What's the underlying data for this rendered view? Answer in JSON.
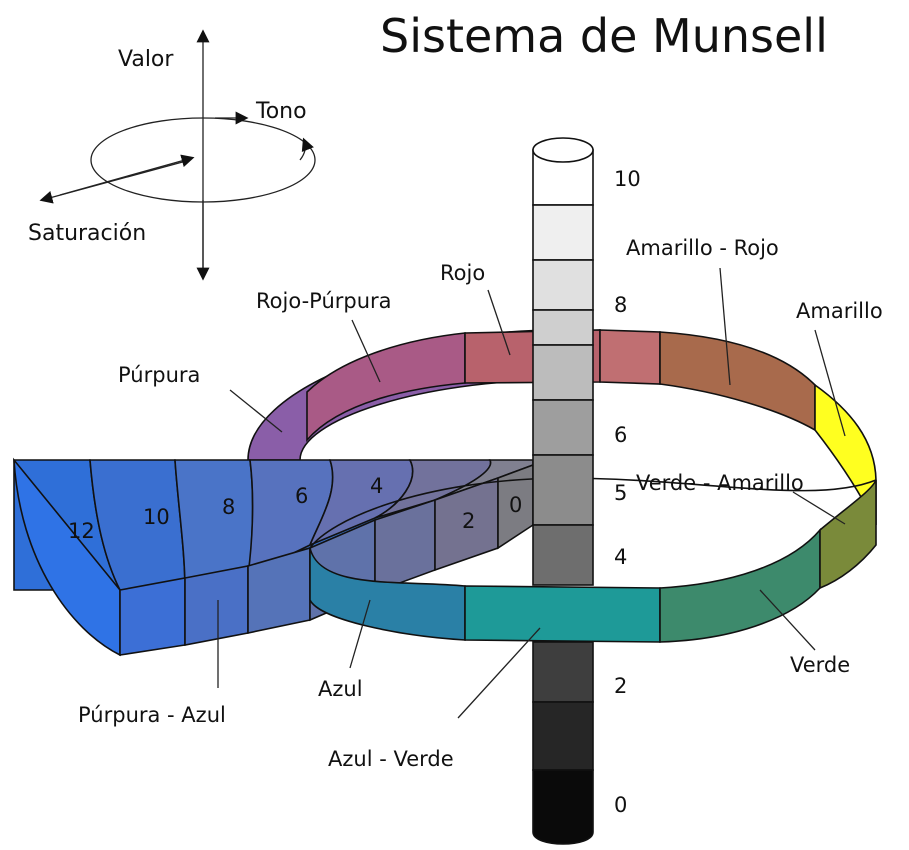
{
  "title": "Sistema de Munsell",
  "axes": {
    "value": "Valor",
    "hue": "Tono",
    "chroma": "Saturación"
  },
  "value_scale": [
    "10",
    "8",
    "6",
    "5",
    "4",
    "2",
    "0"
  ],
  "chroma_scale": [
    "12",
    "10",
    "8",
    "6",
    "4",
    "2",
    "0"
  ],
  "hues": {
    "red_purple": "Rojo-Púrpura",
    "red": "Rojo",
    "yellow_red": "Amarillo - Rojo",
    "yellow": "Amarillo",
    "purple": "Púrpura",
    "green_yellow": "Verde - Amarillo",
    "green": "Verde",
    "blue": "Azul",
    "purple_blue": "Púrpura - Azul",
    "blue_green": "Azul - Verde"
  },
  "colors": {
    "red_purple": "#a95a86",
    "red": "#b8626c",
    "yellow_red": "#a86a4c",
    "yellow": "#ffff20",
    "purple": "#8a5ea8",
    "green_yellow": "#7a8a3a",
    "green": "#3f8a6a",
    "blue_green": "#2a9a92",
    "blue": "#3a7aa8",
    "purple_blue": "#4a6ad0"
  }
}
